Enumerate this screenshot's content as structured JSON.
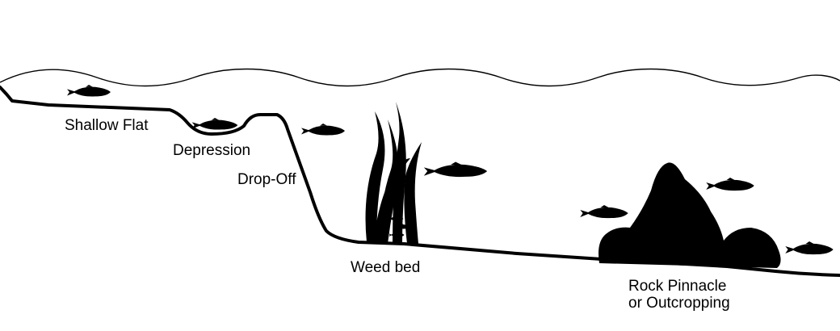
{
  "labels": {
    "shallow_flat": "Shallow Flat",
    "depression": "Depression",
    "drop_off": "Drop-Off",
    "weed_bed": "Weed bed",
    "rock_line1": "Rock Pinnacle",
    "rock_line2": "or Outcropping"
  },
  "icons": [
    "fish-icon",
    "weed-icon",
    "rock-icon"
  ],
  "colors": {
    "ink": "#000000",
    "water": "#ffffff"
  }
}
